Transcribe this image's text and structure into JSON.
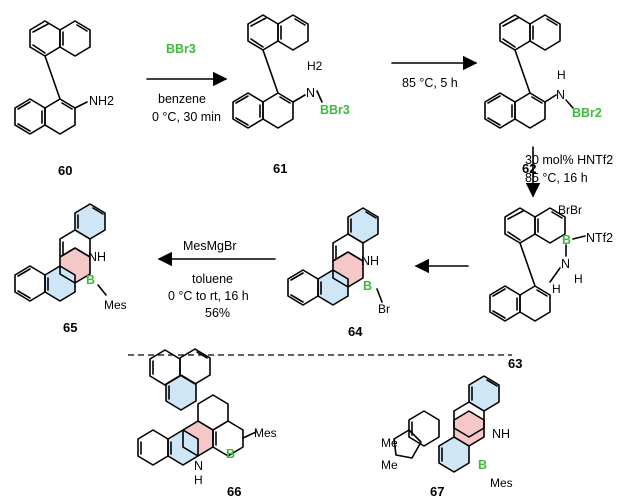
{
  "compounds": {
    "c60": "60",
    "c61": "61",
    "c62": "62",
    "c63": "63",
    "c64": "64",
    "c65": "65",
    "c66": "66",
    "c67": "67"
  },
  "atoms": {
    "nh2": "NH2",
    "h2": "H2",
    "n": "N",
    "bbr3": "BBr3",
    "h": "H",
    "bbr2": "BBr2",
    "brbr": "BrBr",
    "b": "B",
    "ntf2": "NTf2",
    "nh": "NH",
    "br": "Br",
    "mes": "Mes",
    "me": "Me"
  },
  "conditions": {
    "step1_reagent": "BBr3",
    "step1_solvent": "benzene",
    "step1_temp": "0 °C, 30 min",
    "step2": "85 °C, 5 h",
    "step3_catalyst": "30 mol% HNTf2",
    "step3_temp": "85 °C, 16 h",
    "step5_reagent": "MesMgBr",
    "step5_solvent": "toluene",
    "step5_temp": "0 °C to rt, 16 h",
    "step5_yield": "56%"
  },
  "colors": {
    "boron_label": "#3dbb3d",
    "arene_highlight": "#cfe6f7",
    "azaborine_highlight": "#f6c7c7"
  }
}
